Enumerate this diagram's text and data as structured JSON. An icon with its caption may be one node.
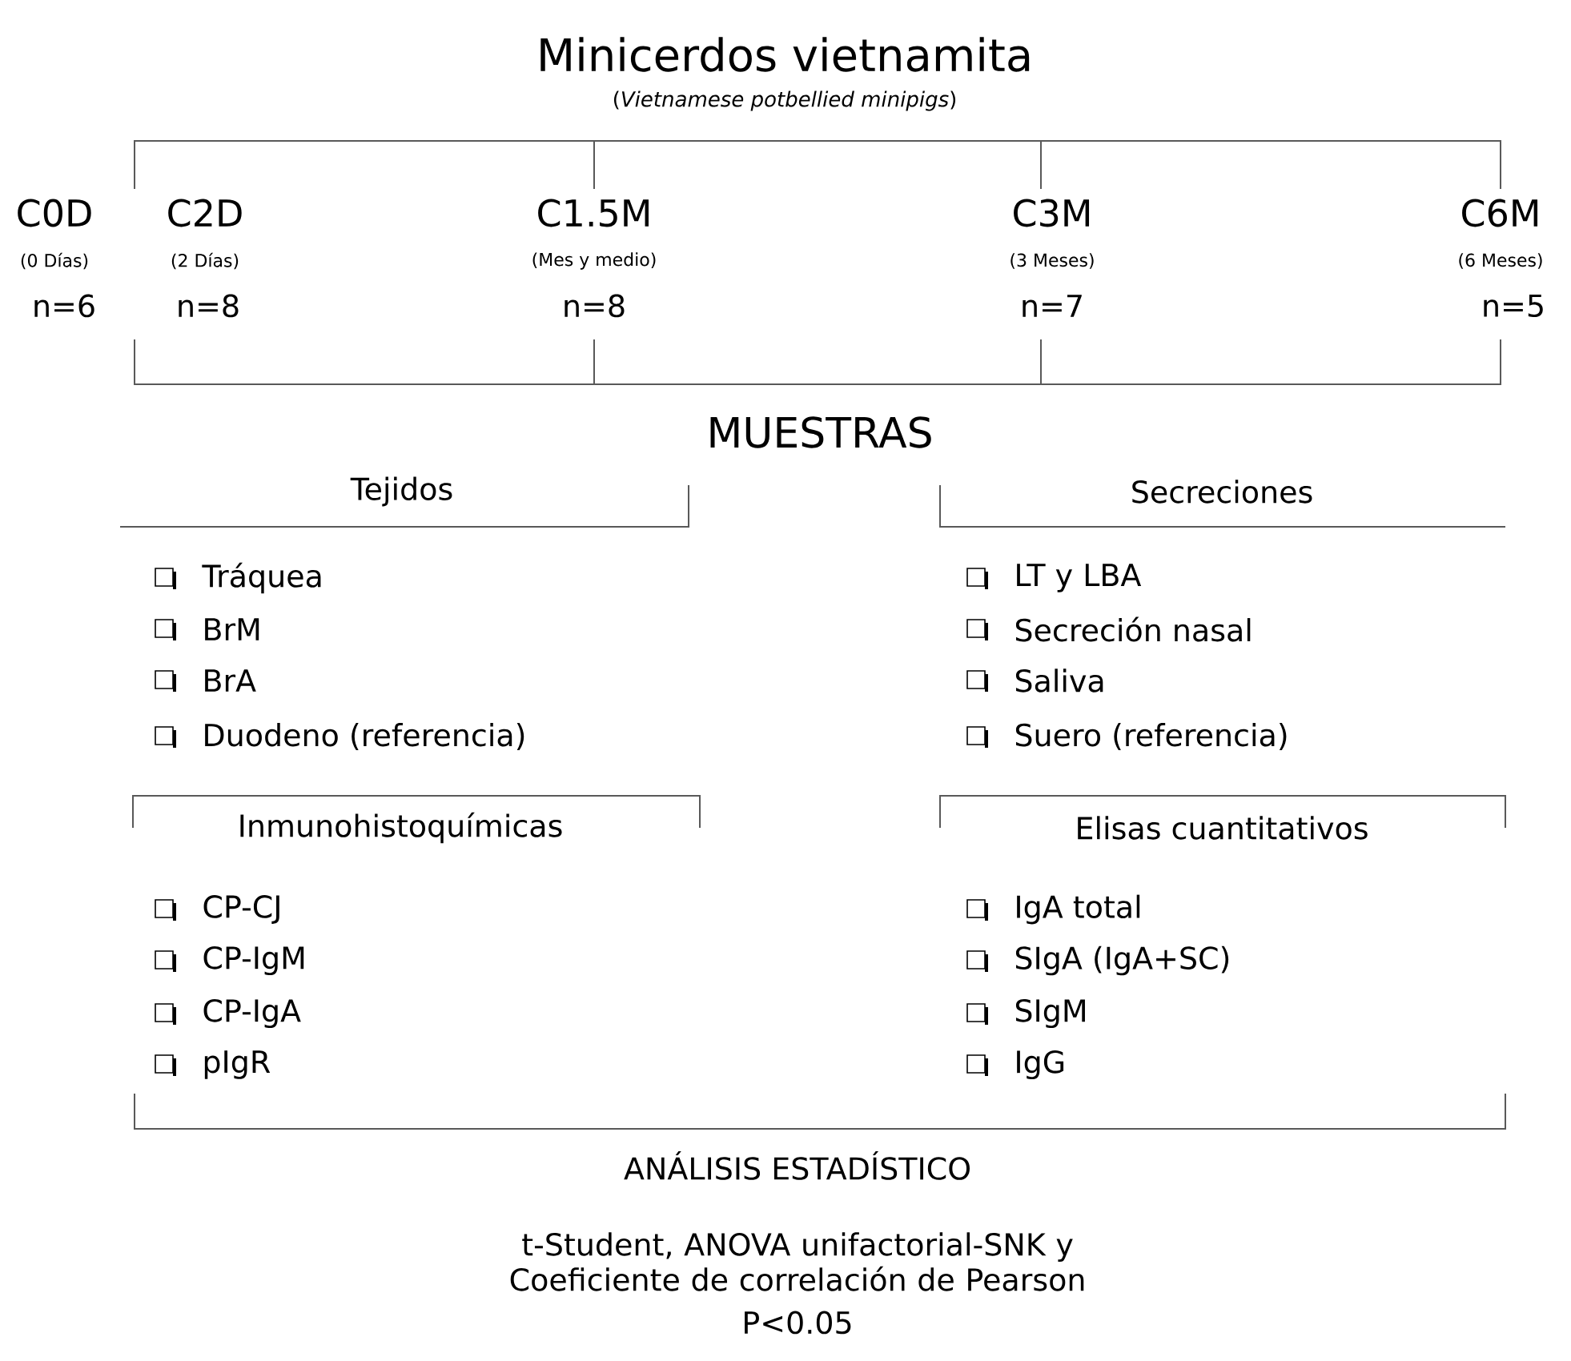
{
  "diagram": {
    "title": "Minicerdos vietnamita",
    "labels": [
      "(*Vietnamese potbellied minipigs*)",
      "C0D",
      "C2D",
      "C1.5M",
      "C3M",
      "C6M",
      "(0 Días)",
      "(2 Días)",
      "(Mes y medio)",
      "(3 Meses)",
      "(6 Meses)",
      "n=6",
      "n=8",
      "n=8",
      "n=7",
      "n=5",
      "MUESTRAS",
      "Tejidos",
      "Secreciones",
      "Tráquea",
      "LT y LBA",
      "BrM",
      "Secreción nasal",
      "BrA",
      "Saliva",
      "Duodeno (referencia)",
      "Suero (referencia)",
      "Inmunohistoquímicas",
      "Elisas cuantitativos",
      "CP-CJ",
      "IgA total",
      "CP-IgM",
      "SIgA (IgA+SC)",
      "CP-IgA",
      "SIgM",
      "pIgR",
      "IgG",
      "ANÁLISIS ESTADÍSTICO",
      "t-Student, ANOVA unifactorial-SNK y Coeficiente de correlación de Pearson",
      "P<0.05"
    ]
  }
}
